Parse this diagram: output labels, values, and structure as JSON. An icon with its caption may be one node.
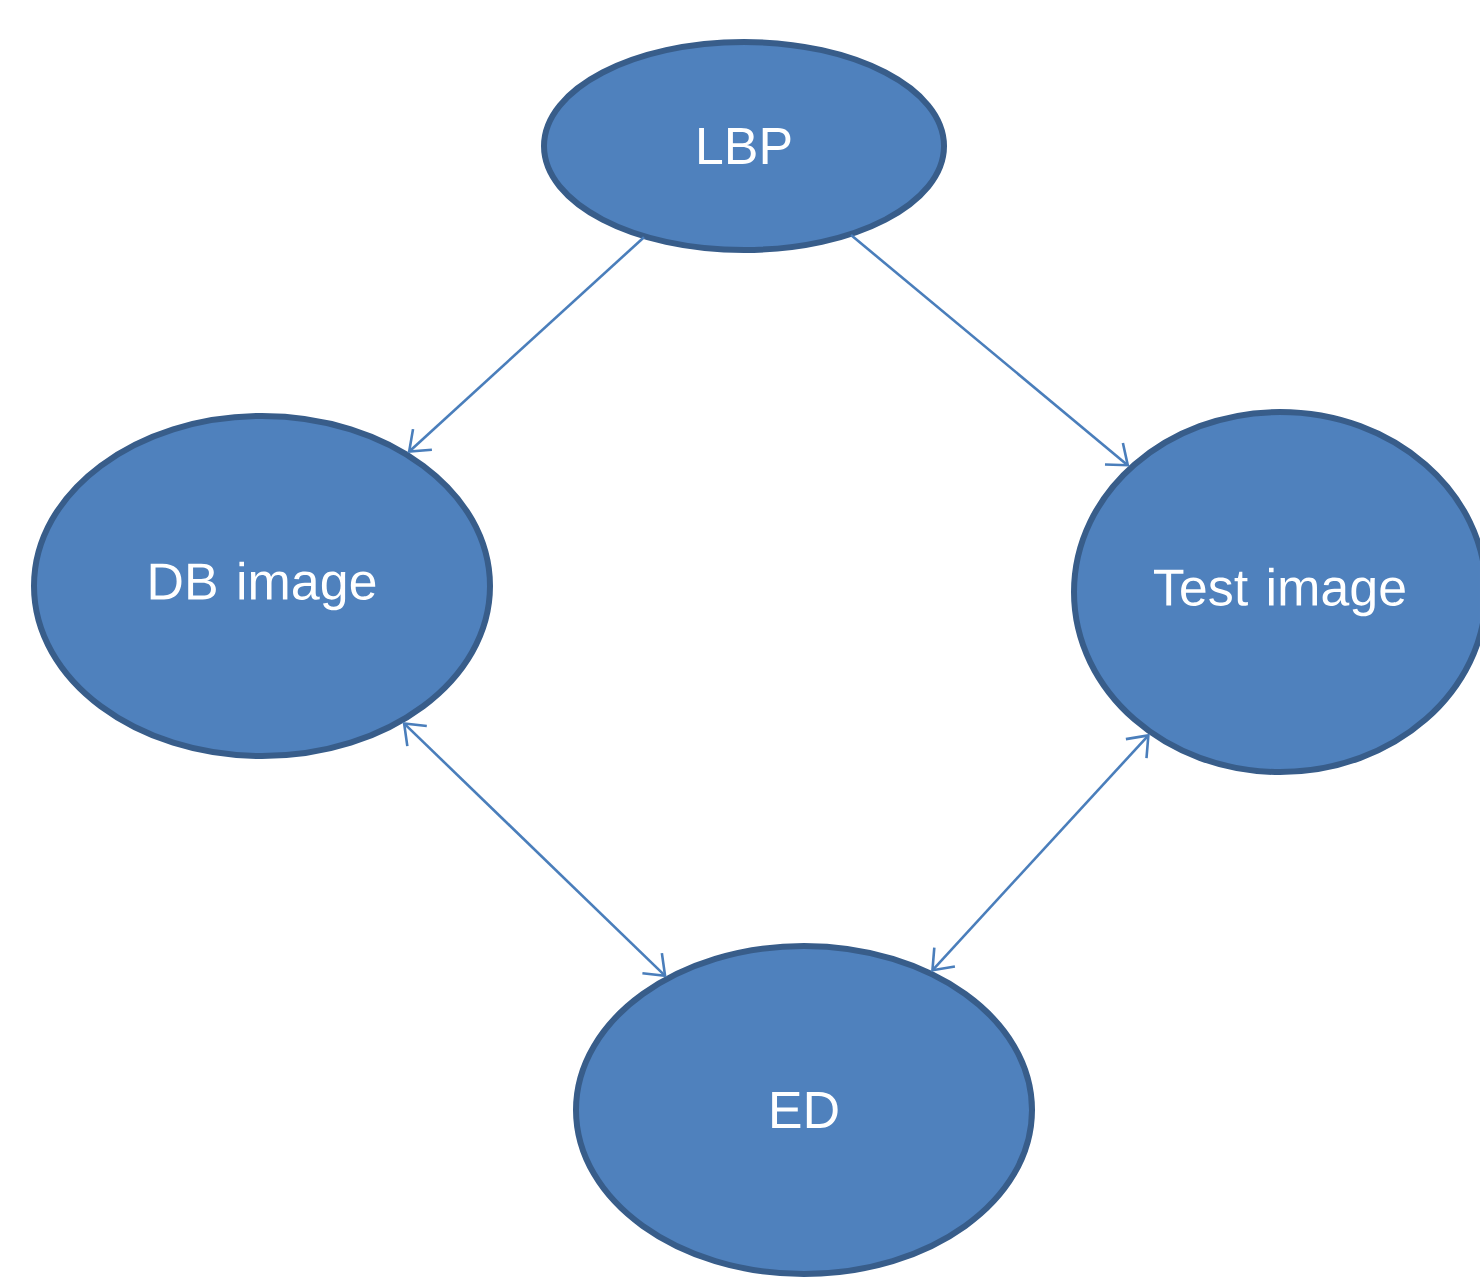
{
  "diagram": {
    "nodes": [
      {
        "text": [
          "LBP"
        ]
      },
      {
        "text": [
          "DB image"
        ]
      },
      {
        "text": [
          "Test image"
        ]
      },
      {
        "text": [
          "ED"
        ]
      }
    ],
    "edges": [
      {
        "from": 0,
        "to": 1,
        "arrow": "to"
      },
      {
        "from": 0,
        "to": 2,
        "arrow": "to"
      },
      {
        "from": 1,
        "to": 3,
        "arrow": "both"
      },
      {
        "from": 2,
        "to": 3,
        "arrow": "both"
      }
    ]
  }
}
